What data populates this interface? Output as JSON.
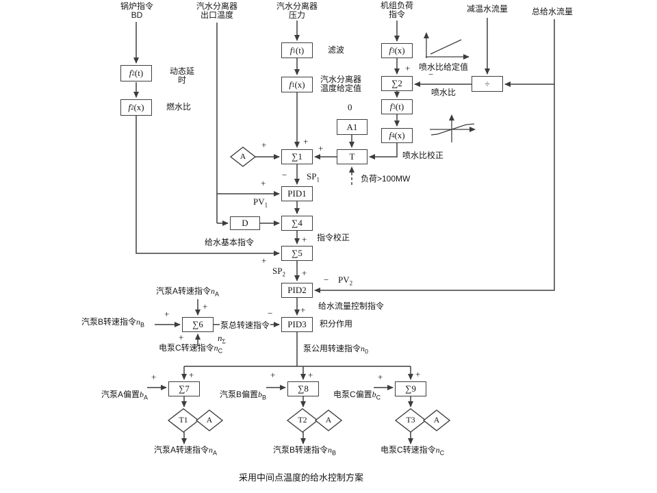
{
  "caption": "采用中间点温度的给水控制方案",
  "signs": {
    "plus": "+",
    "minus": "−"
  },
  "inputs": {
    "boiler": {
      "line1": "锅炉指令",
      "line2": "BD"
    },
    "sep_temp": {
      "line1": "汽水分离器",
      "line2": "出口温度"
    },
    "sep_press": {
      "line1": "汽水分离器",
      "line2": "压力"
    },
    "unit_load": {
      "line1": "机组负荷",
      "line2": "指令"
    },
    "spray_flow": "减温水流量",
    "total_flow": "总给水流量"
  },
  "blocks": {
    "f2t": {
      "name": "f",
      "sub": "2",
      "arg": "(t)"
    },
    "f2x": {
      "name": "f",
      "sub": "2",
      "arg": "(x)"
    },
    "f1t": {
      "name": "f",
      "sub": "1",
      "arg": "(t)"
    },
    "f1x": {
      "name": "f",
      "sub": "1",
      "arg": "(x)"
    },
    "f3x": {
      "name": "f",
      "sub": "3",
      "arg": "(x)"
    },
    "f3t": {
      "name": "f",
      "sub": "3",
      "arg": "(t)"
    },
    "f4x": {
      "name": "f",
      "sub": "4",
      "arg": "(x)"
    },
    "sum1": "∑1",
    "sum2": "∑2",
    "sum4": "∑4",
    "sum5": "∑5",
    "sum6": "∑6",
    "sum7": "∑7",
    "sum8": "∑8",
    "sum9": "∑9",
    "divide": "÷",
    "a1": "A1",
    "t_switch": "T",
    "d_block": "D",
    "pid1": "PID1",
    "pid2": "PID2",
    "pid3": "PID3"
  },
  "diamonds": {
    "a": "A",
    "t1": "T1",
    "t2": "T2",
    "t3": "T3"
  },
  "notes": {
    "dynamic_delay_l1": "动态延",
    "dynamic_delay_l2": "时",
    "fuel_water_ratio": "燃水比",
    "filter": "滤波",
    "sep_temp_set_l1": "汽水分离器",
    "sep_temp_set_l2": "温度给定值",
    "zero": "0",
    "spray_ratio_setpoint": "喷水比给定值",
    "spray_ratio": "喷水比",
    "spray_ratio_correction": "喷水比校正",
    "load_condition": "负荷>100MW",
    "command_correction": "指令校正",
    "feedwater_basic_cmd": "给水基本指令",
    "feedwater_flow_ctrl_cmd": "给水流量控制指令",
    "integral_action": "积分作用"
  },
  "vars": {
    "sp1": {
      "base": "SP",
      "sub": "1"
    },
    "pv1": {
      "base": "PV",
      "sub": "1"
    },
    "sp2": {
      "base": "SP",
      "sub": "2"
    },
    "pv2": {
      "base": "PV",
      "sub": "2"
    },
    "pump_total": {
      "text": "泵总转速指令",
      "var": "n",
      "sub": "Σ"
    },
    "pump_common": {
      "text": "泵公用转速指令",
      "var": "n",
      "sub": "0"
    },
    "pumpA_speed": {
      "text": "汽泵A转速指令",
      "var": "n",
      "sub": "A"
    },
    "pumpB_speed": {
      "text": "汽泵B转速指令",
      "var": "n",
      "sub": "B"
    },
    "pumpC_speed": {
      "text": "电泵C转速指令",
      "var": "n",
      "sub": "C"
    },
    "biasA": {
      "text": "汽泵A偏置",
      "var": "b",
      "sub": "A"
    },
    "biasB": {
      "text": "汽泵B偏置",
      "var": "b",
      "sub": "B"
    },
    "biasC": {
      "text": "电泵C偏置",
      "var": "b",
      "sub": "C"
    }
  }
}
